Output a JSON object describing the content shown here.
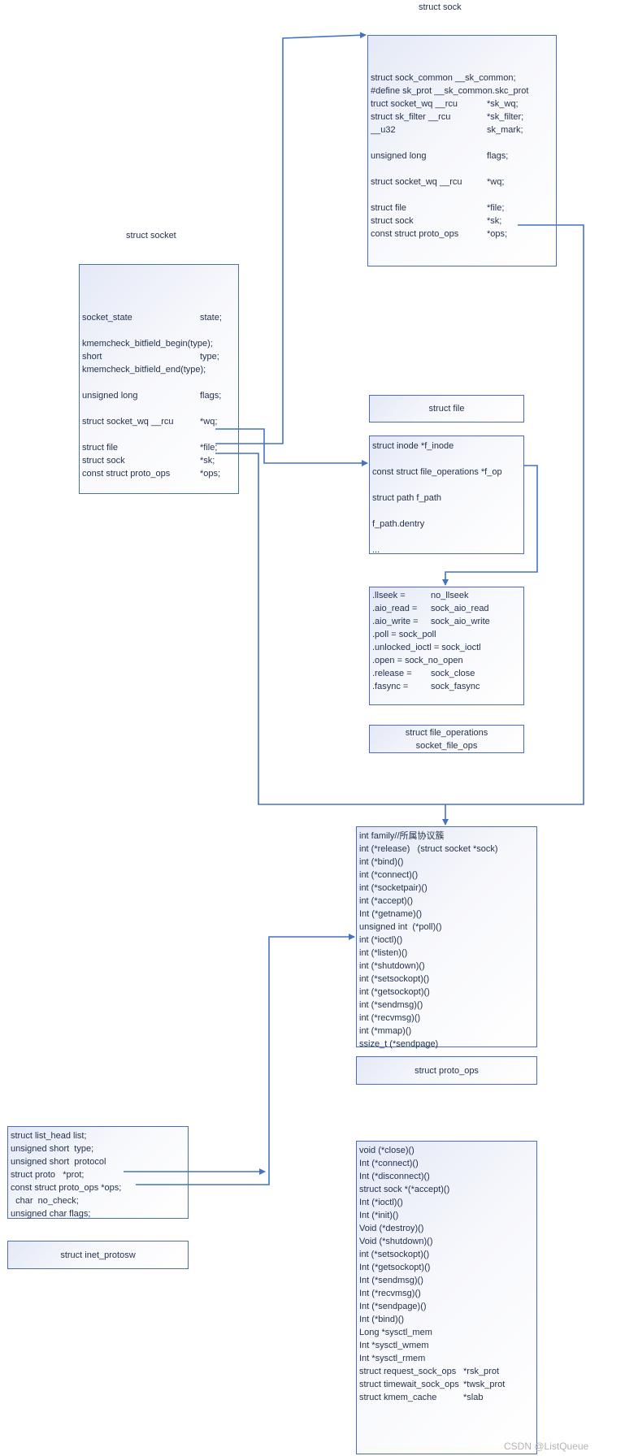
{
  "titles": {
    "struct_sock": "struct sock",
    "struct_socket": "struct socket"
  },
  "sock": {
    "lines": [
      {
        "a": "struct sock_common __sk_common;",
        "b": ""
      },
      {
        "a": "#define sk_prot __sk_common.skc_prot",
        "b": ""
      },
      {
        "a": "truct socket_wq __rcu",
        "b": "*sk_wq;"
      },
      {
        "a": "struct sk_filter __rcu",
        "b": "*sk_filter;"
      },
      {
        "a": "__u32",
        "b": "sk_mark;"
      },
      {
        "a": "",
        "b": ""
      },
      {
        "a": "unsigned long",
        "b": "flags;"
      },
      {
        "a": "",
        "b": ""
      },
      {
        "a": "struct socket_wq __rcu",
        "b": "*wq;"
      },
      {
        "a": "",
        "b": ""
      },
      {
        "a": "struct file",
        "b": "*file;"
      },
      {
        "a": "struct sock",
        "b": "*sk;"
      },
      {
        "a": "const struct proto_ops",
        "b": "*ops;"
      }
    ]
  },
  "socket": {
    "lines": [
      {
        "a": "socket_state",
        "b": "state;"
      },
      {
        "a": "",
        "b": ""
      },
      {
        "a": "kmemcheck_bitfield_begin(type);",
        "b": ""
      },
      {
        "a": "short",
        "b": "type;"
      },
      {
        "a": "kmemcheck_bitfield_end(type);",
        "b": ""
      },
      {
        "a": "",
        "b": ""
      },
      {
        "a": "unsigned long",
        "b": "flags;"
      },
      {
        "a": "",
        "b": ""
      },
      {
        "a": "struct socket_wq __rcu",
        "b": "*wq;"
      },
      {
        "a": "",
        "b": ""
      },
      {
        "a": "struct file",
        "b": "*file;"
      },
      {
        "a": "struct sock",
        "b": "*sk;"
      },
      {
        "a": "const struct proto_ops",
        "b": "*ops;"
      }
    ]
  },
  "file_caption": "struct file",
  "file": {
    "lines": [
      "struct inode *f_inode",
      "",
      "const struct file_operations *f_op",
      "",
      "struct path f_path",
      "",
      "f_path.dentry",
      "",
      "..."
    ]
  },
  "fops": {
    "lines": [
      {
        "a": ".llseek =",
        "b": "no_llseek"
      },
      {
        "a": ".aio_read =",
        "b": "sock_aio_read"
      },
      {
        "a": ".aio_write =",
        "b": "sock_aio_write"
      },
      {
        "a": ".poll = sock_poll",
        "b": ""
      },
      {
        "a": ".unlocked_ioctl = sock_ioctl",
        "b": ""
      },
      {
        "a": ".open = sock_no_open",
        "b": ""
      },
      {
        "a": ".release =",
        "b": "sock_close"
      },
      {
        "a": ".fasync =",
        "b": "sock_fasync"
      }
    ]
  },
  "fops_caption": "struct file_operations\nsocket_file_ops",
  "proto_ops": {
    "lines": [
      "int family//所属协议簇",
      "int (*release)   (struct socket *sock)",
      "int (*bind)()",
      "int (*connect)()",
      "int (*socketpair)()",
      "int (*accept)()",
      "Int (*getname)()",
      "unsigned int  (*poll)()",
      "int (*ioctl)()",
      "int (*listen)()",
      "int (*shutdown)()",
      "int (*setsockopt)()",
      "int (*getsockopt)()",
      "int (*sendmsg)()",
      "int (*recvmsg)()",
      "int (*mmap)()",
      "ssize_t (*sendpage)"
    ]
  },
  "proto_ops_caption": "struct proto_ops",
  "inet": {
    "lines": [
      "struct list_head list;",
      "unsigned short  type;",
      "unsigned short  protocol",
      "struct proto   *prot;",
      "const struct proto_ops *ops;",
      "  char  no_check;",
      "unsigned char flags;"
    ]
  },
  "inet_caption": "struct inet_protosw",
  "proto": {
    "lines": [
      {
        "a": "void (*close)()",
        "b": ""
      },
      {
        "a": "Int (*connect)()",
        "b": ""
      },
      {
        "a": "Int (*disconnect)()",
        "b": ""
      },
      {
        "a": "struct sock *(*accept)()",
        "b": ""
      },
      {
        "a": "Int (*ioctl)()",
        "b": ""
      },
      {
        "a": "Int (*init)()",
        "b": ""
      },
      {
        "a": "Void (*destroy)()",
        "b": ""
      },
      {
        "a": "Void (*shutdown)()",
        "b": ""
      },
      {
        "a": "int (*setsockopt)()",
        "b": ""
      },
      {
        "a": "Int (*getsockopt)()",
        "b": ""
      },
      {
        "a": "Int (*sendmsg)()",
        "b": ""
      },
      {
        "a": "Int (*recvmsg)()",
        "b": ""
      },
      {
        "a": "Int (*sendpage)()",
        "b": ""
      },
      {
        "a": "Int (*bind)()",
        "b": ""
      },
      {
        "a": "Long *sysctl_mem",
        "b": ""
      },
      {
        "a": "Int *sysctl_wmem",
        "b": ""
      },
      {
        "a": "Int *sysctl_rmem",
        "b": ""
      },
      {
        "a": "struct request_sock_ops",
        "b": "*rsk_prot"
      },
      {
        "a": "struct timewait_sock_ops",
        "b": "*twsk_prot"
      },
      {
        "a": "struct kmem_cache",
        "b": "*slab"
      }
    ]
  },
  "watermark": "CSDN @ListQueue",
  "colors": {
    "line": "#4472c4",
    "border": "#4a6db5"
  }
}
